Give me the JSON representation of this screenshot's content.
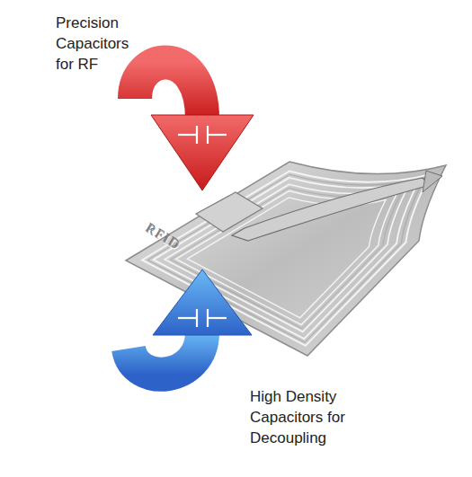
{
  "diagram": {
    "labels": [
      "Precision Capacitors for RF",
      "RFID",
      "High Density Capacitors for Decoupling"
    ]
  }
}
